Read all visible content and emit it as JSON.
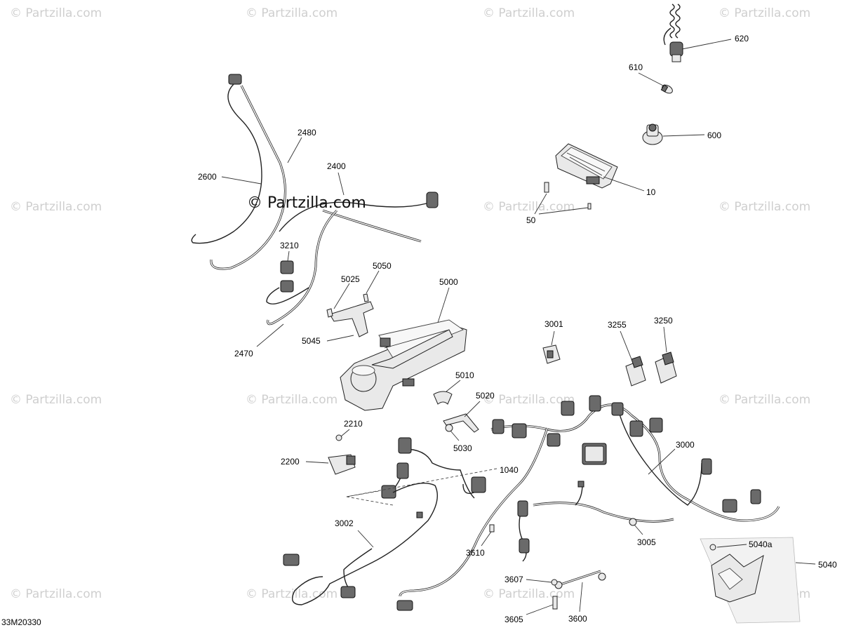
{
  "watermark": {
    "text": "© Partzilla.com",
    "main_text": "© Partzilla.com"
  },
  "diagram_code": "33M20330",
  "callouts": [
    {
      "id": "620",
      "label": "620"
    },
    {
      "id": "610",
      "label": "610"
    },
    {
      "id": "600",
      "label": "600"
    },
    {
      "id": "10",
      "label": "10"
    },
    {
      "id": "50",
      "label": "50"
    },
    {
      "id": "2480",
      "label": "2480"
    },
    {
      "id": "2600",
      "label": "2600"
    },
    {
      "id": "2400",
      "label": "2400"
    },
    {
      "id": "3210",
      "label": "3210"
    },
    {
      "id": "5050",
      "label": "5050"
    },
    {
      "id": "5025",
      "label": "5025"
    },
    {
      "id": "5000",
      "label": "5000"
    },
    {
      "id": "5045",
      "label": "5045"
    },
    {
      "id": "2470",
      "label": "2470"
    },
    {
      "id": "3001",
      "label": "3001"
    },
    {
      "id": "3255",
      "label": "3255"
    },
    {
      "id": "3250",
      "label": "3250"
    },
    {
      "id": "5010",
      "label": "5010"
    },
    {
      "id": "5020",
      "label": "5020"
    },
    {
      "id": "2210",
      "label": "2210"
    },
    {
      "id": "5030",
      "label": "5030"
    },
    {
      "id": "3000",
      "label": "3000"
    },
    {
      "id": "2200",
      "label": "2200"
    },
    {
      "id": "1040",
      "label": "1040"
    },
    {
      "id": "3002",
      "label": "3002"
    },
    {
      "id": "3005",
      "label": "3005"
    },
    {
      "id": "5040a",
      "label": "5040a"
    },
    {
      "id": "5040",
      "label": "5040"
    },
    {
      "id": "3610",
      "label": "3610"
    },
    {
      "id": "3607",
      "label": "3607"
    },
    {
      "id": "3605",
      "label": "3605"
    },
    {
      "id": "3600",
      "label": "3600"
    }
  ]
}
